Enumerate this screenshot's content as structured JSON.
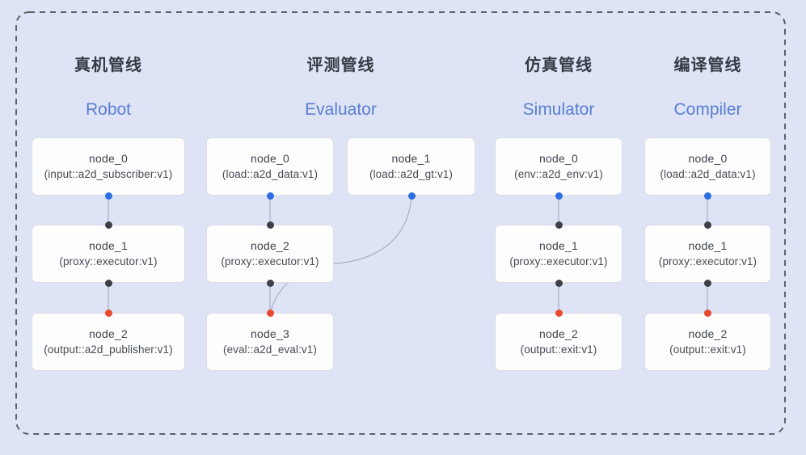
{
  "colors": {
    "background": "#dee4f5",
    "dashed_border": "#5d626c",
    "box_fill": "#fdfdfe",
    "box_border": "#d9dde5",
    "title_text": "#353a44",
    "subtitle_accent": "#5a7ed2",
    "node_text": "#3e434d",
    "edge_line": "#a6b0c3",
    "dot_output_blue": "#2d6ee0",
    "dot_input_dark": "#3e4045",
    "dot_input_red": "#e8492f"
  },
  "pipelines": [
    {
      "id": "robot",
      "title_zh": "真机管线",
      "title_en": "Robot",
      "nodes": [
        {
          "name": "node_0",
          "type": "(input::a2d_subscriber:v1)"
        },
        {
          "name": "node_1",
          "type": "(proxy::executor:v1)"
        },
        {
          "name": "node_2",
          "type": "(output::a2d_publisher:v1)"
        }
      ]
    },
    {
      "id": "evaluator",
      "title_zh": "评测管线",
      "title_en": "Evaluator",
      "nodes": [
        {
          "name": "node_0",
          "type": "(load::a2d_data:v1)"
        },
        {
          "name": "node_1",
          "type": "(load::a2d_gt:v1)"
        },
        {
          "name": "node_2",
          "type": "(proxy::executor:v1)"
        },
        {
          "name": "node_3",
          "type": "(eval::a2d_eval:v1)"
        }
      ]
    },
    {
      "id": "simulator",
      "title_zh": "仿真管线",
      "title_en": "Simulator",
      "nodes": [
        {
          "name": "node_0",
          "type": "(env::a2d_env:v1)"
        },
        {
          "name": "node_1",
          "type": "(proxy::executor:v1)"
        },
        {
          "name": "node_2",
          "type": "(output::exit:v1)"
        }
      ]
    },
    {
      "id": "compiler",
      "title_zh": "编译管线",
      "title_en": "Compiler",
      "nodes": [
        {
          "name": "node_0",
          "type": "(load::a2d_data:v1)"
        },
        {
          "name": "node_1",
          "type": "(proxy::executor:v1)"
        },
        {
          "name": "node_2",
          "type": "(output::exit:v1)"
        }
      ]
    }
  ]
}
